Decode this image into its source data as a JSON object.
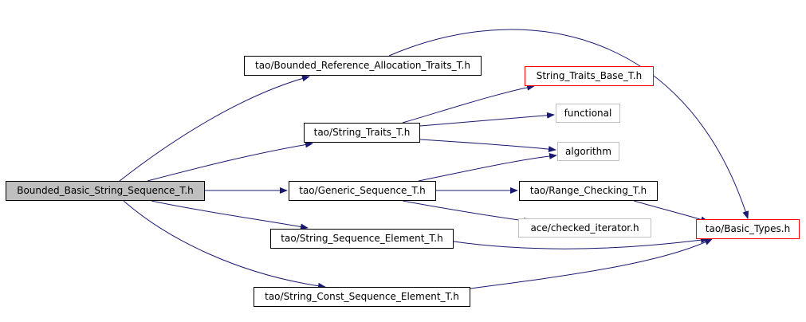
{
  "colors": {
    "edge": "#191970",
    "border_default": "#000000",
    "border_missing": "#ff0000",
    "border_external": "#bfbfbf",
    "root_fill": "#bfbfbf"
  },
  "graph": {
    "nodes": {
      "root": {
        "label": "Bounded_Basic_String_Sequence_T.h",
        "kind": "root"
      },
      "bounded_ref_alloc": {
        "label": "tao/Bounded_Reference_Allocation_Traits_T.h",
        "kind": "default"
      },
      "string_traits": {
        "label": "tao/String_Traits_T.h",
        "kind": "default"
      },
      "generic_sequence": {
        "label": "tao/Generic_Sequence_T.h",
        "kind": "default"
      },
      "string_seq_elem": {
        "label": "tao/String_Sequence_Element_T.h",
        "kind": "default"
      },
      "string_const_seq_elem": {
        "label": "tao/String_Const_Sequence_Element_T.h",
        "kind": "default"
      },
      "string_traits_base": {
        "label": "String_Traits_Base_T.h",
        "kind": "missing"
      },
      "functional": {
        "label": "functional",
        "kind": "external"
      },
      "algorithm": {
        "label": "algorithm",
        "kind": "external"
      },
      "range_checking": {
        "label": "tao/Range_Checking_T.h",
        "kind": "default"
      },
      "checked_iterator": {
        "label": "ace/checked_iterator.h",
        "kind": "external"
      },
      "basic_types": {
        "label": "tao/Basic_Types.h",
        "kind": "missing"
      }
    },
    "edges": [
      [
        "root",
        "bounded_ref_alloc"
      ],
      [
        "root",
        "string_traits"
      ],
      [
        "root",
        "generic_sequence"
      ],
      [
        "root",
        "string_seq_elem"
      ],
      [
        "root",
        "string_const_seq_elem"
      ],
      [
        "bounded_ref_alloc",
        "basic_types"
      ],
      [
        "string_traits",
        "string_traits_base"
      ],
      [
        "string_traits",
        "functional"
      ],
      [
        "string_traits",
        "algorithm"
      ],
      [
        "generic_sequence",
        "algorithm"
      ],
      [
        "generic_sequence",
        "range_checking"
      ],
      [
        "generic_sequence",
        "checked_iterator"
      ],
      [
        "range_checking",
        "basic_types"
      ],
      [
        "string_seq_elem",
        "basic_types"
      ],
      [
        "string_const_seq_elem",
        "basic_types"
      ]
    ]
  }
}
